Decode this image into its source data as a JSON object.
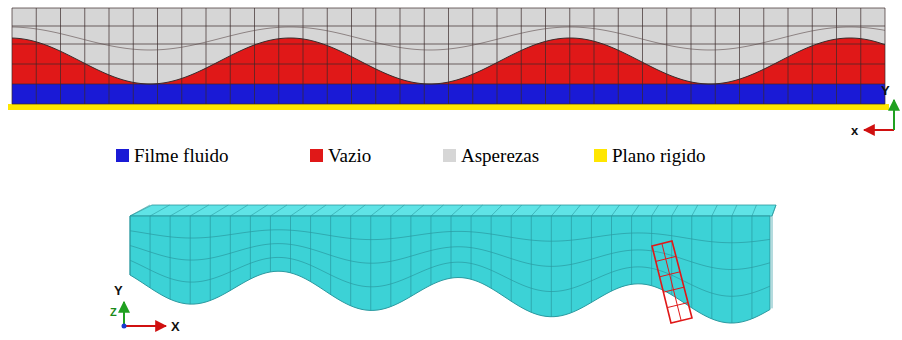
{
  "diagram": {
    "labels": [
      "x",
      "Y",
      "Y",
      "Z",
      "X"
    ],
    "legend": [
      {
        "text": "Filme fluido",
        "color": "#1a1ad6"
      },
      {
        "text": "Vazio",
        "color": "#e01818"
      },
      {
        "text": "Asperezas",
        "color": "#d6d6d6"
      },
      {
        "text": "Plano rigido",
        "color": "#ffe600"
      }
    ]
  }
}
